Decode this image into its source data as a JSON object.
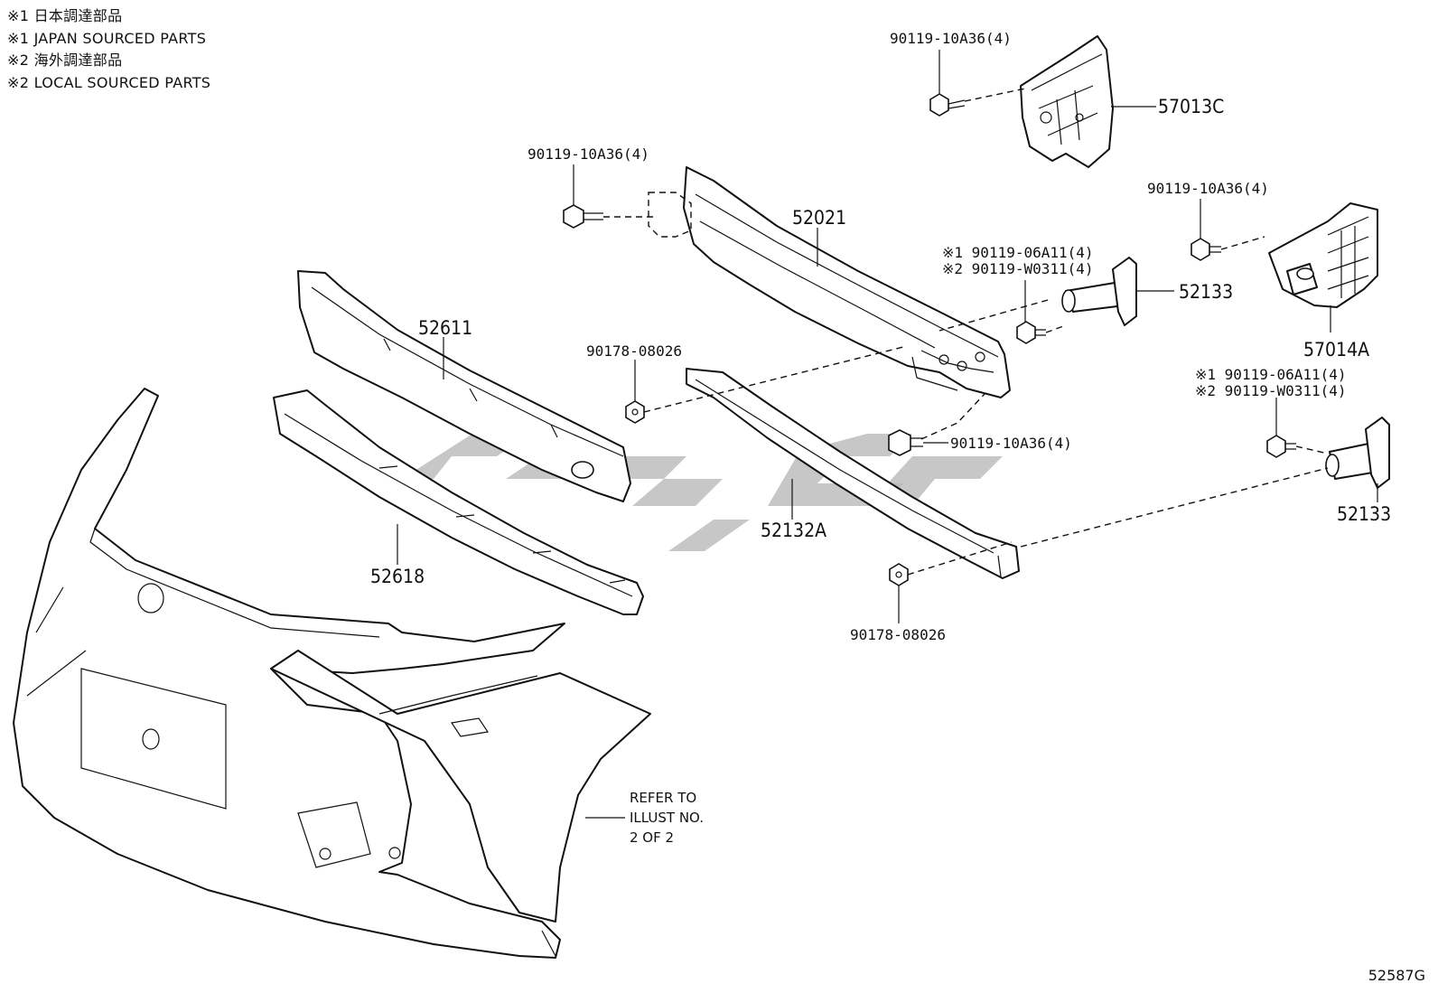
{
  "legend": [
    "※1 日本調達部品",
    "※1 JAPAN SOURCED PARTS",
    "※2 海外調達部品",
    "※2 LOCAL SOURCED PARTS"
  ],
  "callouts": {
    "bolt_57013c": "90119-10A36(4)",
    "part_57013c": "57013C",
    "bolt_52021": "90119-10A36(4)",
    "part_52021": "52021",
    "bolt_57014a": "90119-10A36(4)",
    "part_57014a": "57014A",
    "upper_52133_j": "※1 90119-06A11(4)",
    "upper_52133_l": "※2 90119-W0311(4)",
    "part_52133_upper": "52133",
    "part_52611": "52611",
    "nut_upper": "90178-08026",
    "bolt_center": "90119-10A36(4)",
    "lower_52133_j": "※1 90119-06A11(4)",
    "lower_52133_l": "※2 90119-W0311(4)",
    "part_52133_lower": "52133",
    "part_52132a": "52132A",
    "part_52618": "52618",
    "nut_lower": "90178-08026",
    "refer_1": "REFER TO",
    "refer_2": "ILLUST NO.",
    "refer_3": "2 OF 2"
  },
  "drawing_id": "52587G"
}
